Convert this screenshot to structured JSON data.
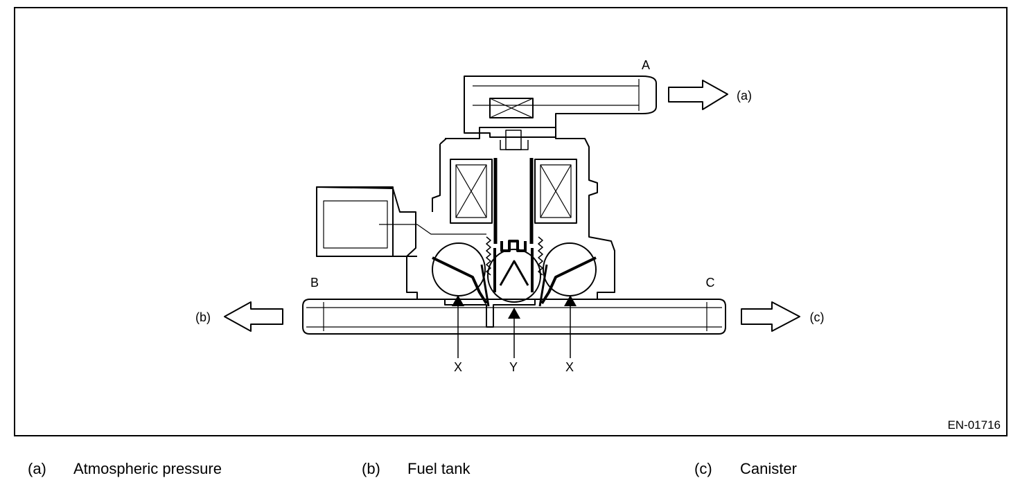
{
  "figure_id": "EN-01716",
  "ports": {
    "a": "A",
    "b": "B",
    "c": "C"
  },
  "flows": {
    "a": "(a)",
    "b": "(b)",
    "c": "(c)"
  },
  "markers": {
    "x_left": "X",
    "y": "Y",
    "x_right": "X"
  },
  "legend": [
    {
      "key": "(a)",
      "text": "Atmospheric pressure"
    },
    {
      "key": "(b)",
      "text": "Fuel tank"
    },
    {
      "key": "(c)",
      "text": "Canister"
    }
  ]
}
